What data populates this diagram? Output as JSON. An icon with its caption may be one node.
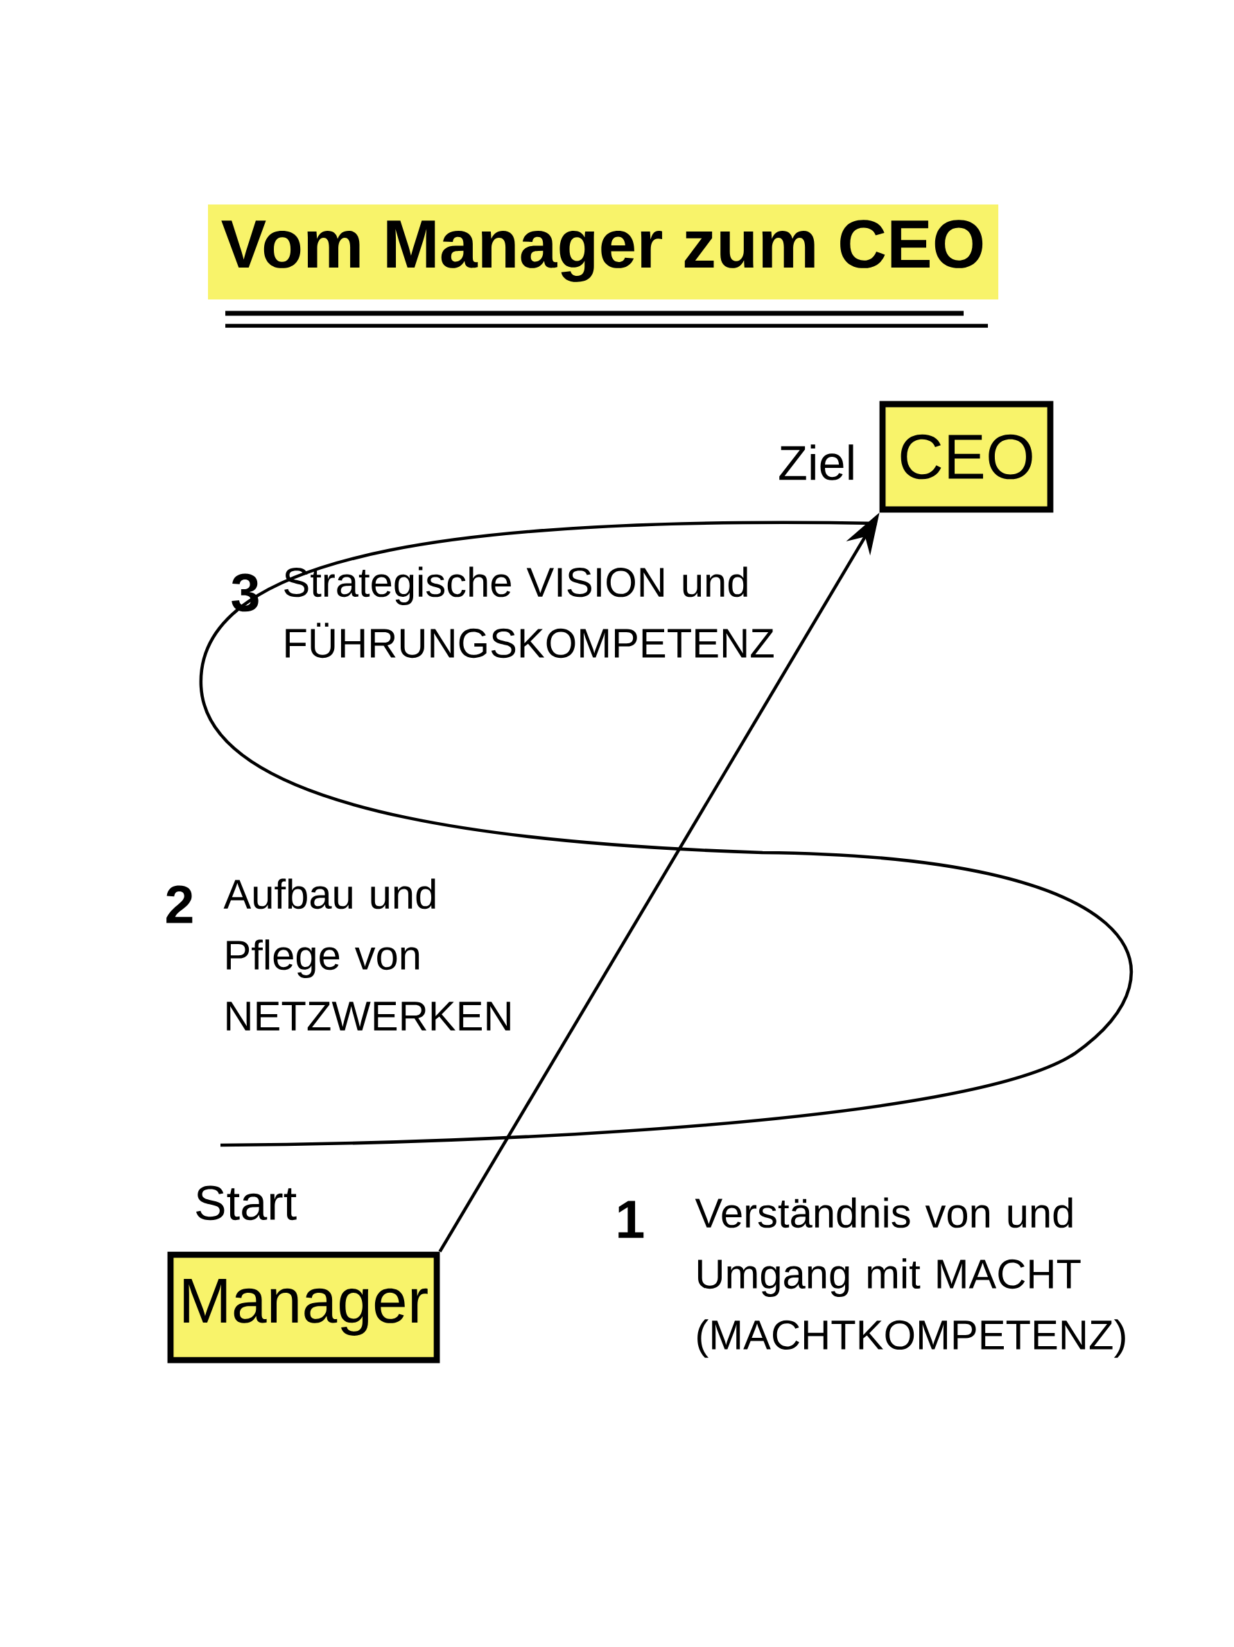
{
  "diagram": {
    "title": "Vom Manager zum CEO",
    "nodes": [
      {
        "text": [
          "CEO"
        ],
        "beside": [
          "Ziel"
        ]
      },
      {
        "text": [
          "Manager"
        ],
        "beside": [
          "Start"
        ]
      }
    ],
    "edges": [
      {
        "from": 1,
        "to": 0,
        "arrow": "to"
      }
    ],
    "labels": [
      "3",
      "Strategische VISION und FÜHRUNGSKOMPETENZ",
      "2",
      "Aufbau und Pflege von NETZWERKEN",
      "1",
      "Verständnis von und Umgang mit MACHT (MACHTKOMPETENZ)"
    ]
  }
}
